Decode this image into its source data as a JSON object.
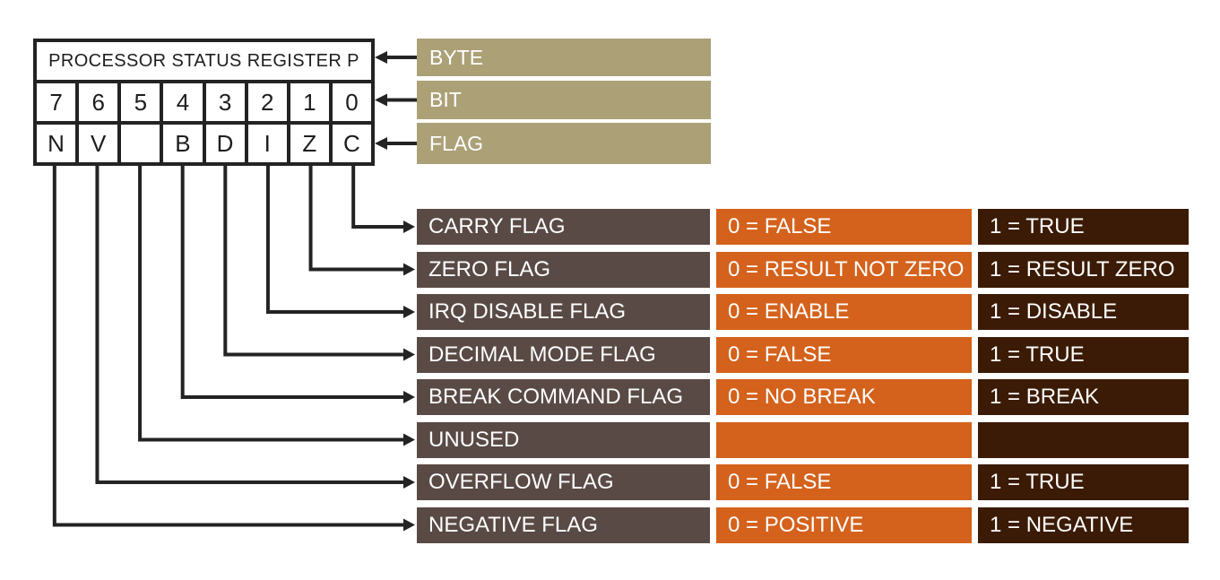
{
  "diagram": {
    "register": {
      "title": "PROCESSOR STATUS REGISTER P",
      "bits": [
        "7",
        "6",
        "5",
        "4",
        "3",
        "2",
        "1",
        "0"
      ],
      "flags": [
        "N",
        "V",
        "",
        "B",
        "D",
        "I",
        "Z",
        "C"
      ]
    },
    "pointer_labels": [
      "BYTE",
      "BIT",
      "FLAG"
    ],
    "rows": [
      {
        "name": "CARRY FLAG",
        "zero": "0 = FALSE",
        "one": "1 = TRUE"
      },
      {
        "name": "ZERO FLAG",
        "zero": "0 = RESULT NOT ZERO",
        "one": "1 = RESULT ZERO"
      },
      {
        "name": "IRQ DISABLE FLAG",
        "zero": "0 = ENABLE",
        "one": "1 = DISABLE"
      },
      {
        "name": "DECIMAL MODE FLAG",
        "zero": "0 = FALSE",
        "one": "1 = TRUE"
      },
      {
        "name": "BREAK COMMAND FLAG",
        "zero": "0 = NO BREAK",
        "one": "1 = BREAK"
      },
      {
        "name": "UNUSED",
        "zero": "",
        "one": ""
      },
      {
        "name": "OVERFLOW FLAG",
        "zero": "0 = FALSE",
        "one": "1 = TRUE"
      },
      {
        "name": "NEGATIVE FLAG",
        "zero": "0 = POSITIVE",
        "one": "1 = NEGATIVE"
      }
    ],
    "colors": {
      "label_tan": "#ACA077",
      "row_name_brown": "#594A45",
      "row_zero_orange": "#D4621C",
      "row_one_darkbrown": "#3B1B05",
      "line": "#232323",
      "text_light": "#FFFFFF",
      "text_dark": "#1D1D1D"
    }
  }
}
